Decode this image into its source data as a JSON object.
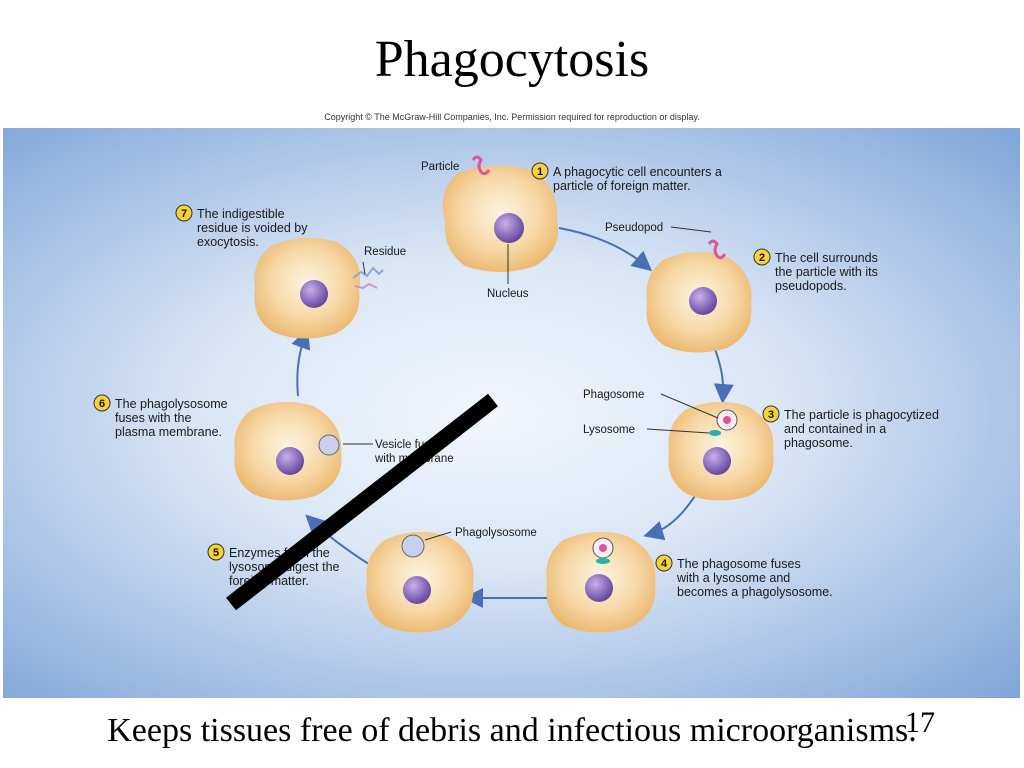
{
  "slide": {
    "title": "Phagocytosis",
    "copyright": "Copyright © The McGraw-Hill Companies, Inc. Permission required for reproduction or display.",
    "caption": "Keeps tissues free of debris and infectious microorganisms.",
    "page_number": "17"
  },
  "diagram": {
    "labels": {
      "particle": "Particle",
      "nucleus": "Nucleus",
      "pseudopod": "Pseudopod",
      "phagosome": "Phagosome",
      "lysosome": "Lysosome",
      "phagolysosome": "Phagolysosome",
      "vesicle_1": "Vesicle fused",
      "vesicle_2": "with membrane",
      "residue": "Residue"
    },
    "steps": [
      {
        "number": "1",
        "lines": [
          "A phagocytic cell encounters a",
          "particle of foreign matter."
        ]
      },
      {
        "number": "2",
        "lines": [
          "The cell surrounds",
          "the particle with its",
          "pseudopods."
        ]
      },
      {
        "number": "3",
        "lines": [
          "The particle is phagocytized",
          "and contained in a",
          "phagosome."
        ]
      },
      {
        "number": "4",
        "lines": [
          "The phagosome fuses",
          "with a lysosome and",
          "becomes a phagolysosome."
        ]
      },
      {
        "number": "5",
        "lines": [
          "Enzymes from the",
          "lysosome digest the",
          "foreign matter."
        ]
      },
      {
        "number": "6",
        "lines": [
          "The phagolysosome",
          "fuses with the",
          "plasma membrane."
        ]
      },
      {
        "number": "7",
        "lines": [
          "The indigestible",
          "residue is voided by",
          "exocytosis."
        ]
      }
    ]
  },
  "colors": {
    "cell_fill": "#f4c98a",
    "cell_center": "#fdf3e2",
    "nucleus": "#8a6bbd",
    "particle": "#e0559a",
    "lysosome": "#25b3a7",
    "arrow": "#4a6fb5",
    "badge": "#f5d23b",
    "slash": "#000000"
  }
}
